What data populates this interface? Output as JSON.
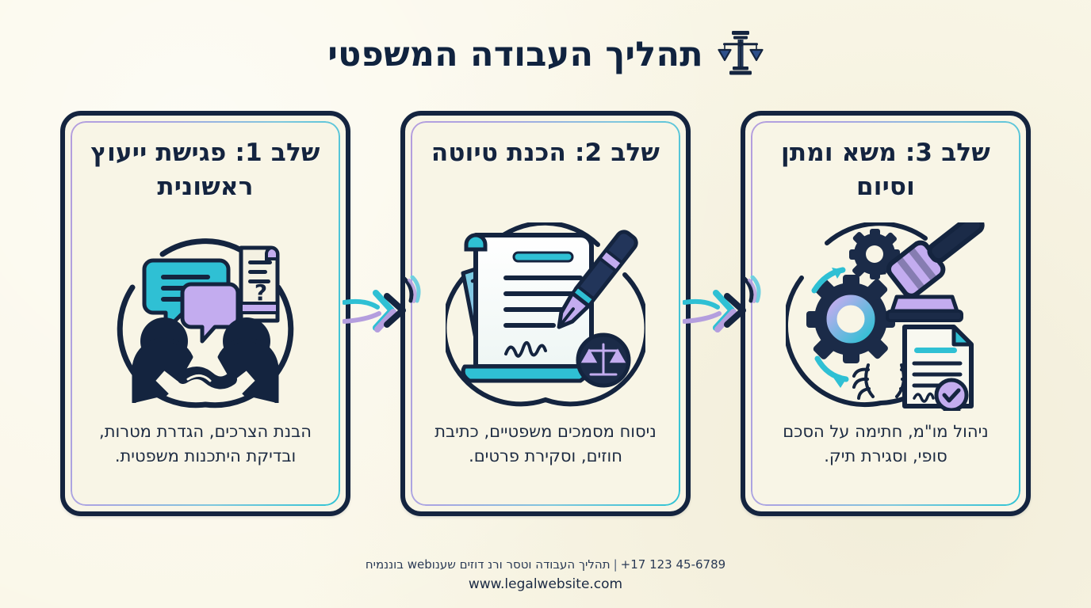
{
  "header": {
    "title": "תהליך העבודה המשפטי",
    "icon": "scales-of-justice-icon"
  },
  "colors": {
    "background": "#faf7e8",
    "card_background": "#f8f5e6",
    "navy": "#14243f",
    "teal": "#2fc3d4",
    "purple": "#b49ede",
    "text": "#1d2b42"
  },
  "steps": [
    {
      "id": "step-1",
      "title": "שלב 1: פגישת ייעוץ ראשונית",
      "description": "הבנת הצרכים, הגדרת מטרות, ובדיקת היתכנות משפטית.",
      "icon": "consultation-handshake-icon"
    },
    {
      "id": "step-2",
      "title": "שלב 2: הכנת טיוטה",
      "description": "ניסוח מסמכים משפטיים, כתיבת חוזים, וסקירת פרטים.",
      "icon": "document-pen-signature-icon"
    },
    {
      "id": "step-3",
      "title": "שלב 3: משא ומתן וסיום",
      "description": "ניהול מו\"מ, חתימה על הסכם סופי, וסגירת תיק.",
      "icon": "gavel-gears-certificate-icon"
    }
  ],
  "connectors": [
    {
      "id": "connector-1-to-2",
      "icon": "curved-arrow-right-icon"
    },
    {
      "id": "connector-2-to-3",
      "icon": "curved-arrow-right-icon"
    }
  ],
  "footer": {
    "tagline": "תהליך העבודה וטסר ורנ דוזים שענוweb בוננמיח",
    "separator": "|",
    "phone": "+17 123 45-6789",
    "website": "www.legalwebsite.com"
  }
}
